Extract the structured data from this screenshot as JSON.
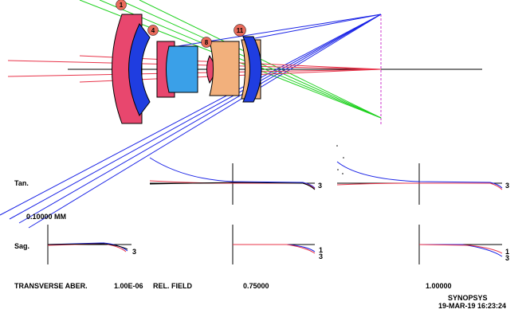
{
  "colors": {
    "red": "#e8344a",
    "blue": "#1a23e6",
    "green": "#1fd11f",
    "lens_pink": "#e8476e",
    "lens_blue": "#1f3de0",
    "lens_cyan": "#3aa0e8",
    "lens_peach": "#f2b07c",
    "badge": "#e96b5b",
    "axis": "#000000",
    "image_plane": "#cc33cc"
  },
  "lens": {
    "surface_badges": [
      "1",
      "4",
      "8",
      "11"
    ]
  },
  "plot_labels": {
    "tan": "Tan.",
    "sag": "Sag.",
    "scale": "0.10000    MM",
    "curve_label_tan": "3",
    "curve_label_sag_1": "1",
    "curve_label_sag_2": "3"
  },
  "footer": {
    "title": "TRANSVERSE ABER.",
    "wavelength": "1.00E-06",
    "rel_field_label": "REL. FIELD",
    "field_mid": "0.75000",
    "field_full": "1.00000",
    "brand": "SYNOPSYS",
    "datetime": "19-MAR-19  16:23:24"
  }
}
